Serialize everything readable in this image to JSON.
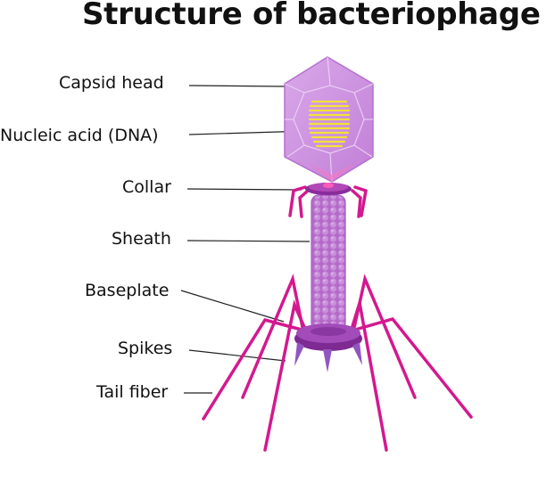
{
  "title": "Structure of bacteriophage",
  "labels": {
    "capsid_head": "Capsid head",
    "nucleic_acid": "Nucleic acid (DNA)",
    "collar": "Collar",
    "sheath": "Sheath",
    "baseplate": "Baseplate",
    "spikes": "Spikes",
    "tail_fiber": "Tail fiber"
  },
  "colors": {
    "capsid": "#d6a0e6",
    "dna": "#f3e23a",
    "collar": "#8a2c9c",
    "sheath": "#b96ccd",
    "fiber": "#d4188f",
    "baseplate": "#7d2a93",
    "spike": "#9155c0"
  }
}
